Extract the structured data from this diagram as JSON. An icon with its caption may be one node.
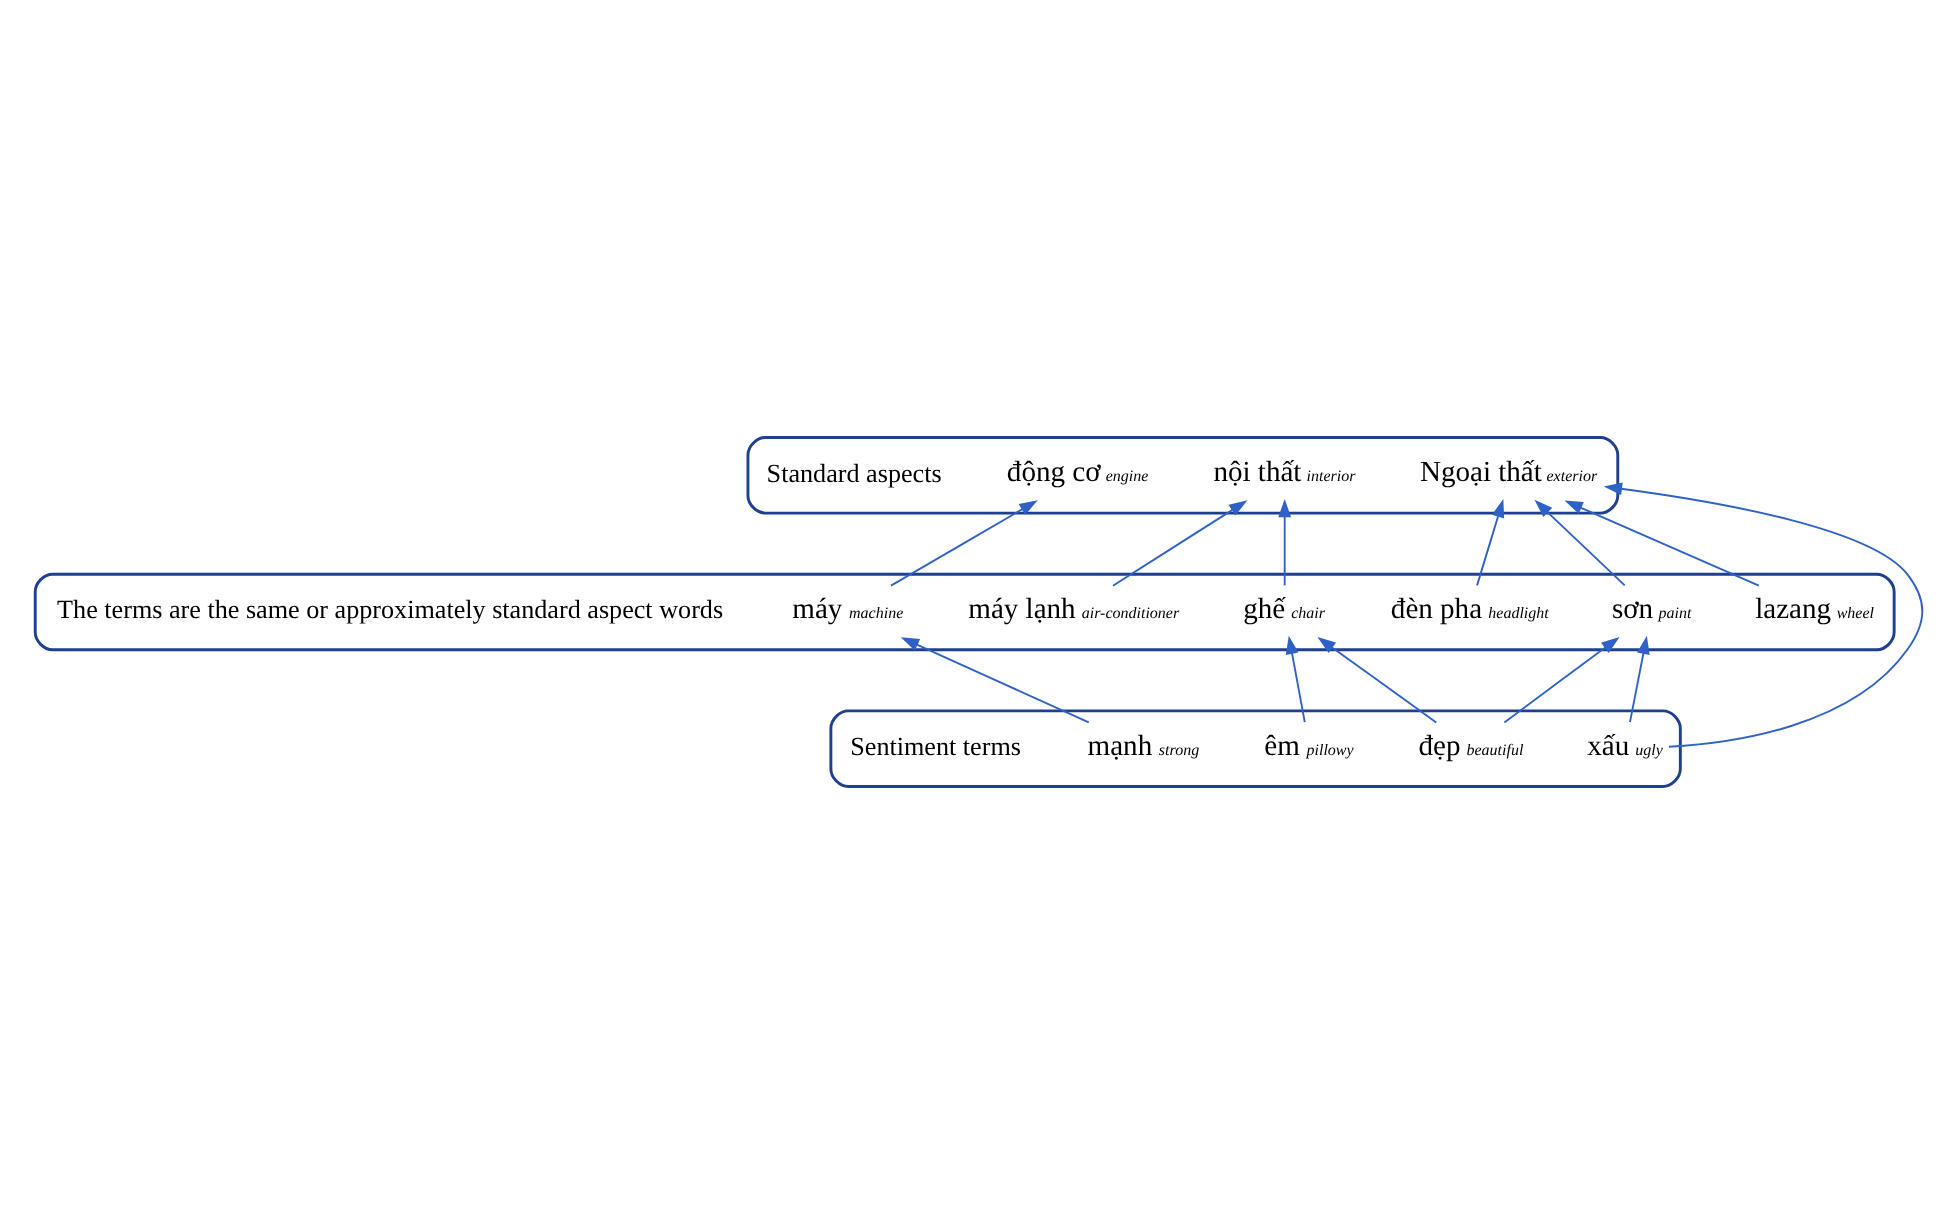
{
  "diagram": {
    "nodes": [
      {
        "text": [],
        "shape": "ellipse",
        "beside": [
          "Standard aspects"
        ]
      },
      {
        "text": [
          "động cơ",
          "engine"
        ],
        "in": 0
      },
      {
        "text": [
          "nội thất",
          "interior"
        ],
        "in": 0
      },
      {
        "text": [
          "Ngoại thất",
          "exterior"
        ],
        "in": 0
      },
      {
        "text": [],
        "shape": "ellipse",
        "beside": [
          "The terms are the same or approximately standard aspect words"
        ]
      },
      {
        "text": [
          "máy",
          "machine"
        ],
        "in": 4
      },
      {
        "text": [
          "ghế",
          "chair"
        ],
        "in": 4
      },
      {
        "text": [
          "máy lạnh",
          "air-conditioner"
        ],
        "in": 4
      },
      {
        "text": [
          "đèn pha",
          "headlight"
        ],
        "in": 4
      },
      {
        "text": [
          "lazang",
          "wheel"
        ],
        "in": 4
      },
      {
        "text": [
          "sơn",
          "paint"
        ],
        "in": 4
      },
      {
        "text": [],
        "shape": "ellipse",
        "beside": [
          "Sentiment terms"
        ]
      },
      {
        "text": [
          "mạnh",
          "strong"
        ],
        "in": 11
      },
      {
        "text": [
          "đẹp",
          "beautiful"
        ],
        "in": 11
      },
      {
        "text": [
          "xấu",
          "ugly"
        ],
        "in": 11
      },
      {
        "text": [
          "êm",
          "pillowy"
        ],
        "in": 11
      }
    ],
    "edges": [
      {
        "from": 5,
        "to": 1,
        "arrow": "to"
      },
      {
        "from": 6,
        "to": 2,
        "arrow": "to"
      },
      {
        "from": 7,
        "to": 2,
        "arrow": "to"
      },
      {
        "from": 8,
        "to": 3,
        "arrow": "to"
      },
      {
        "from": 9,
        "to": 3,
        "arrow": "to"
      },
      {
        "from": 14,
        "to": 3,
        "arrow": "to"
      },
      {
        "from": 10,
        "to": 3,
        "arrow": "to"
      },
      {
        "from": 12,
        "to": 5,
        "arrow": "to"
      },
      {
        "from": 15,
        "to": 6,
        "arrow": "to"
      },
      {
        "from": 13,
        "to": 6,
        "arrow": "to"
      },
      {
        "from": 13,
        "to": 10,
        "arrow": "to"
      },
      {
        "from": 14,
        "to": 10,
        "arrow": "to"
      }
    ]
  }
}
